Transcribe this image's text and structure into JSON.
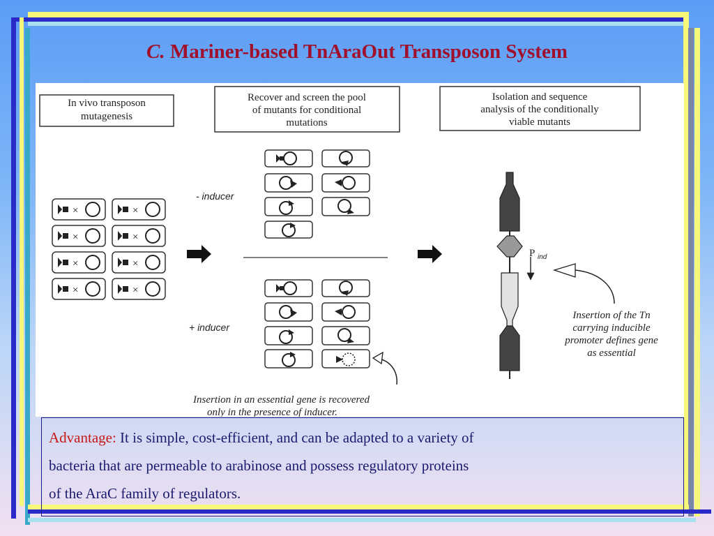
{
  "title": {
    "lead": "C.",
    "rest": " Mariner-based  TnAraOut  Transposon  System"
  },
  "diagram": {
    "box_mutagenesis": [
      "In vivo transposon",
      "mutagenesis"
    ],
    "box_recover": [
      "Recover and screen the pool",
      "of mutants  for conditional",
      "mutations"
    ],
    "box_isolation": [
      "Isolation and sequence",
      "analysis of the conditionally",
      "viable mutants"
    ],
    "label_minus_inducer": "- inducer",
    "label_plus_inducer": "+ inducer",
    "cross_symbol": "×",
    "pind_main": "P",
    "pind_sub": "ind",
    "caption_tn": [
      "Insertion of the Tn",
      "carrying inducible",
      "promoter defines gene",
      "as essential"
    ],
    "caption_essential": [
      "Insertion in an essential gene is recovered",
      "only in the presence of inducer."
    ]
  },
  "advantage": {
    "label": "Advantage:",
    "line1": " It is simple, cost-efficient, and can be adapted to a variety of",
    "line2": " bacteria that are permeable to arabinose and possess regulatory proteins",
    "line3": "of the AraC family of regulators."
  },
  "colors": {
    "title": "#a0102c",
    "advantage_label": "#c81818",
    "body_text": "#1a1a6e",
    "bar_blue": "#2a2ac8",
    "bar_yellow": "#f7f77a"
  }
}
